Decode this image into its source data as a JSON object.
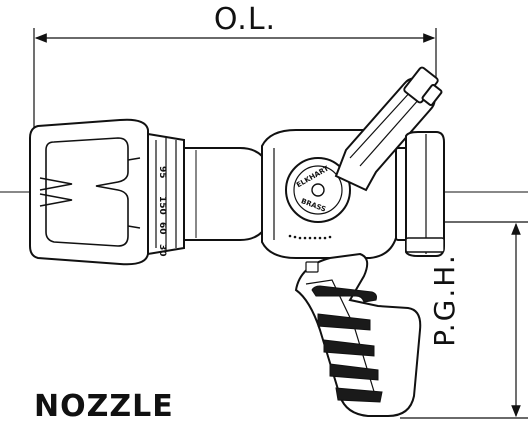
{
  "dimensions": {
    "overall_length_label": "O.L.",
    "pistol_grip_height_label": "P.G.H."
  },
  "brand": {
    "logo_line1": "ELKHART",
    "logo_line2": "BRASS"
  },
  "tip_markings": {
    "numbers": [
      "95",
      "150",
      "60",
      "30"
    ]
  },
  "caption": "NOZZLE"
}
